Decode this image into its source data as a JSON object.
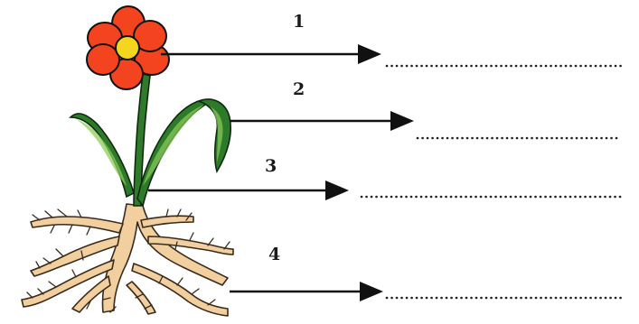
{
  "diagram": {
    "labels": [
      {
        "number": "1",
        "answer": "",
        "target": "flower-petals"
      },
      {
        "number": "2",
        "answer": "",
        "target": "leaf"
      },
      {
        "number": "3",
        "answer": "",
        "target": "stem"
      },
      {
        "number": "4",
        "answer": "",
        "target": "roots"
      }
    ]
  },
  "colors": {
    "petal": "#f4431f",
    "petal_outline": "#111111",
    "flower_center": "#f5d51d",
    "leaf": "#2d7a2b",
    "leaf_highlight": "#8ccf5a",
    "stem": "#2f7a2b",
    "root": "#f2cf9f",
    "root_outline": "#3a2b1d",
    "arrow": "#111111",
    "dots": "#222222"
  }
}
